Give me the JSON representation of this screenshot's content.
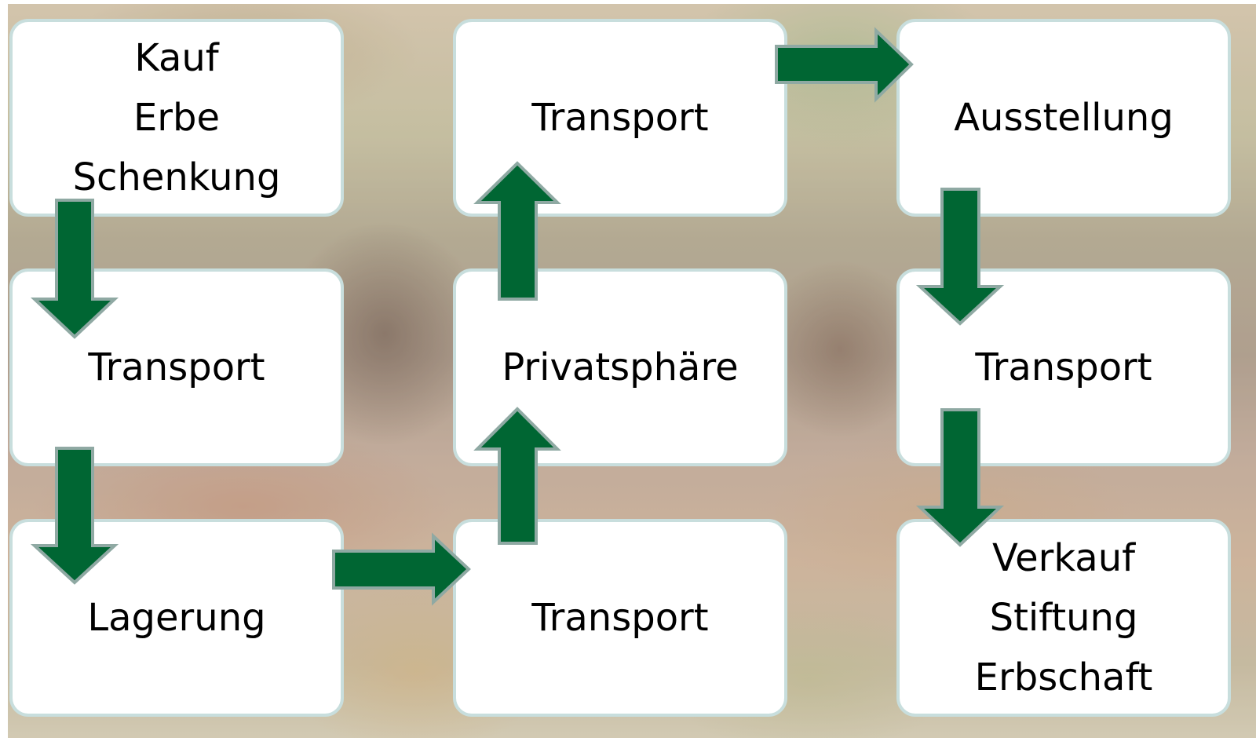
{
  "boxes": {
    "acquisition": {
      "lines": [
        "Kauf",
        "Erbe",
        "Schenkung"
      ]
    },
    "transport_1": {
      "lines": [
        "Transport"
      ]
    },
    "storage": {
      "lines": [
        "Lagerung"
      ]
    },
    "transport_2": {
      "lines": [
        "Transport"
      ]
    },
    "private": {
      "lines": [
        "Privatsphäre"
      ]
    },
    "transport_3": {
      "lines": [
        "Transport"
      ]
    },
    "exhibition": {
      "lines": [
        "Ausstellung"
      ]
    },
    "transport_4": {
      "lines": [
        "Transport"
      ]
    },
    "disposal": {
      "lines": [
        "Verkauf",
        "Stiftung",
        "Erbschaft"
      ]
    }
  },
  "colors": {
    "arrow_fill": "#006633",
    "arrow_stroke": "#8fa9a3",
    "box_border": "#c8dedd"
  }
}
